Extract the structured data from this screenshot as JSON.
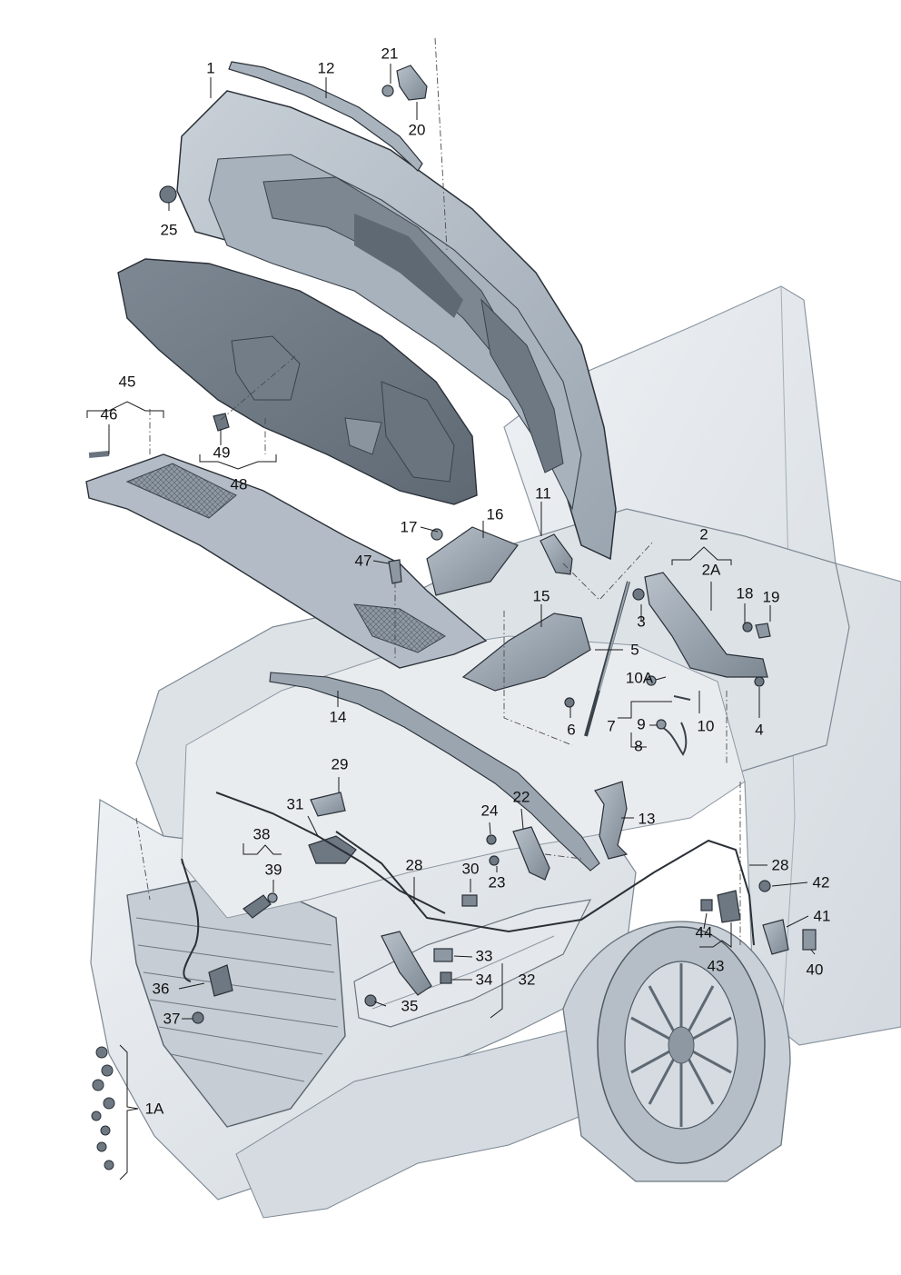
{
  "diagram": {
    "callouts": [
      {
        "id": "c1",
        "label": "1"
      },
      {
        "id": "c12",
        "label": "12"
      },
      {
        "id": "c21",
        "label": "21"
      },
      {
        "id": "c20",
        "label": "20"
      },
      {
        "id": "c25",
        "label": "25"
      },
      {
        "id": "c45",
        "label": "45"
      },
      {
        "id": "c46",
        "label": "46"
      },
      {
        "id": "c49",
        "label": "49"
      },
      {
        "id": "c48",
        "label": "48"
      },
      {
        "id": "c11",
        "label": "11"
      },
      {
        "id": "c2",
        "label": "2"
      },
      {
        "id": "c2A",
        "label": "2A"
      },
      {
        "id": "c17",
        "label": "17"
      },
      {
        "id": "c16",
        "label": "16"
      },
      {
        "id": "c47",
        "label": "47"
      },
      {
        "id": "c15",
        "label": "15"
      },
      {
        "id": "c3",
        "label": "3"
      },
      {
        "id": "c18",
        "label": "18"
      },
      {
        "id": "c19",
        "label": "19"
      },
      {
        "id": "c5",
        "label": "5"
      },
      {
        "id": "c10A",
        "label": "10A"
      },
      {
        "id": "c10",
        "label": "10"
      },
      {
        "id": "c9",
        "label": "9"
      },
      {
        "id": "c7",
        "label": "7"
      },
      {
        "id": "c8",
        "label": "8"
      },
      {
        "id": "c6",
        "label": "6"
      },
      {
        "id": "c4",
        "label": "4"
      },
      {
        "id": "c14",
        "label": "14"
      },
      {
        "id": "c29",
        "label": "29"
      },
      {
        "id": "c31",
        "label": "31"
      },
      {
        "id": "c22",
        "label": "22"
      },
      {
        "id": "c24",
        "label": "24"
      },
      {
        "id": "c13",
        "label": "13"
      },
      {
        "id": "c38",
        "label": "38"
      },
      {
        "id": "c39",
        "label": "39"
      },
      {
        "id": "c28a",
        "label": "28"
      },
      {
        "id": "c30",
        "label": "30"
      },
      {
        "id": "c23",
        "label": "23"
      },
      {
        "id": "c28b",
        "label": "28"
      },
      {
        "id": "c42",
        "label": "42"
      },
      {
        "id": "c41",
        "label": "41"
      },
      {
        "id": "c44",
        "label": "44"
      },
      {
        "id": "c43",
        "label": "43"
      },
      {
        "id": "c40",
        "label": "40"
      },
      {
        "id": "c33",
        "label": "33"
      },
      {
        "id": "c34",
        "label": "34"
      },
      {
        "id": "c32",
        "label": "32"
      },
      {
        "id": "c36",
        "label": "36"
      },
      {
        "id": "c35",
        "label": "35"
      },
      {
        "id": "c37",
        "label": "37"
      },
      {
        "id": "c1A",
        "label": "1A"
      }
    ]
  }
}
